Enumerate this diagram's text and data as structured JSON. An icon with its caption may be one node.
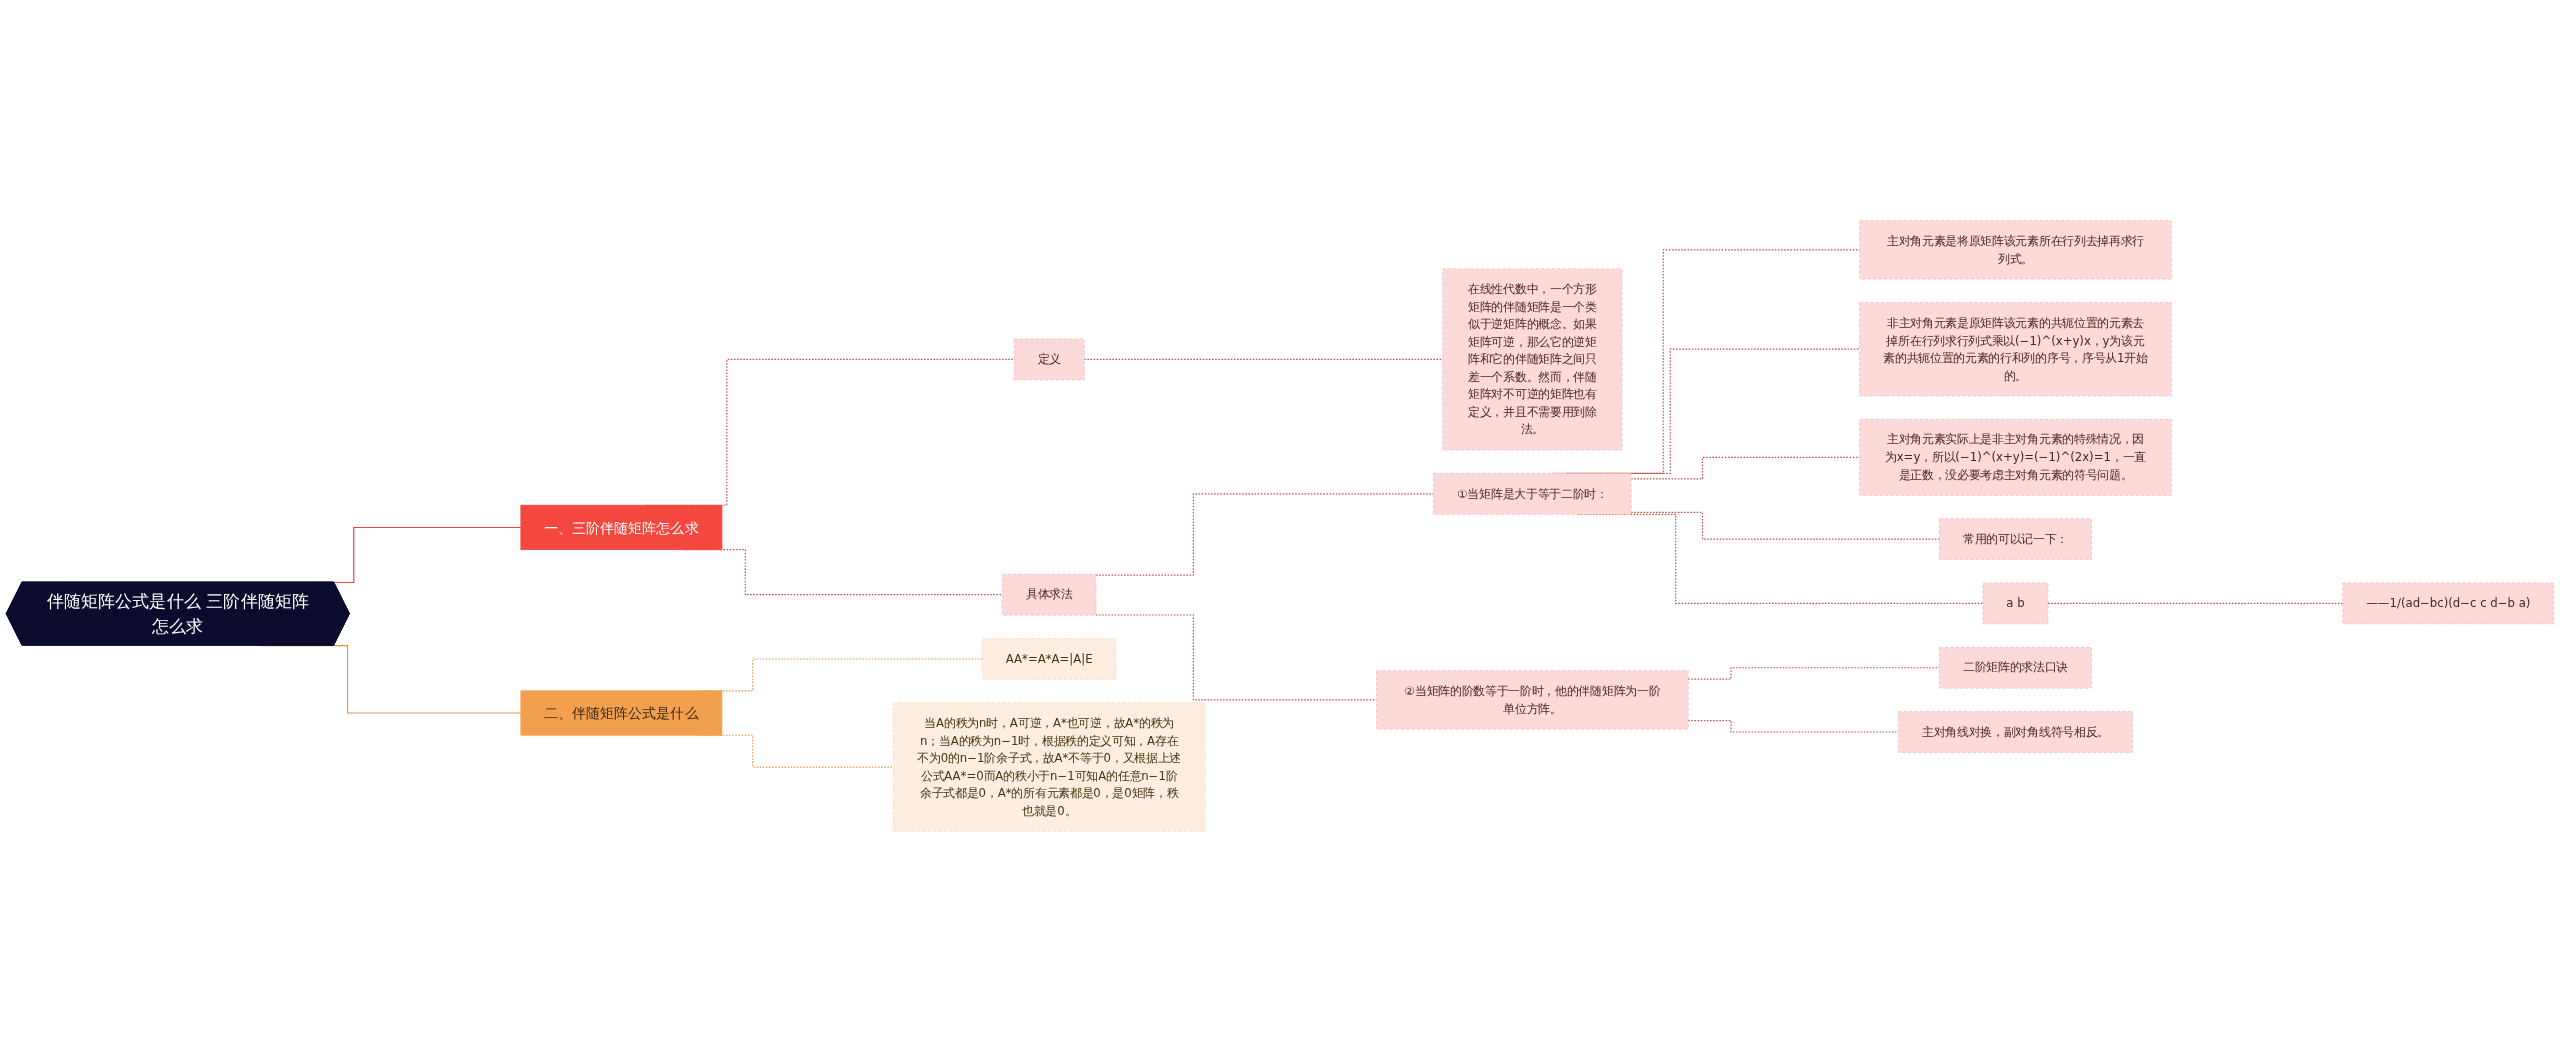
{
  "diagram": {
    "nodes": [
      {
        "text": [
          "伴随矩阵公式是什么 三阶伴随矩阵怎么求"
        ]
      },
      {
        "text": [
          "一、三阶伴随矩阵怎么求"
        ]
      },
      {
        "text": [
          "定义"
        ]
      },
      {
        "text": [
          "在线性代数中，一个方形矩阵的伴随矩阵是一个类似于逆矩阵的概念。如果矩阵可逆，那么它的逆矩阵和它的伴随矩阵之间只差一个系数。然而，伴随矩阵对不可逆的矩阵也有定义，并且不需要用到除法。"
        ]
      },
      {
        "text": [
          "具体求法"
        ]
      },
      {
        "text": [
          "①当矩阵是大于等于二阶时："
        ]
      },
      {
        "text": [
          "主对角元素是将原矩阵该元素所在行列去掉再求行列式。"
        ]
      },
      {
        "text": [
          "非主对角元素是原矩阵该元素的共轭位置的元素去掉所在行列求行列式乘以(−1)^(x+y)x，y为该元素的共轭位置的元素的行和列的序号，序号从1开始的。"
        ]
      },
      {
        "text": [
          "主对角元素实际上是非主对角元素的特殊情况，因为x=y，所以(−1)^(x+y)=(−1)^(2x)=1，一直是正数，没必要考虑主对角元素的符号问题。"
        ]
      },
      {
        "text": [
          "常用的可以记一下："
        ]
      },
      {
        "text": [
          "a b"
        ]
      },
      {
        "text": [
          "——1/(ad−bc)(d−c c d−b a)"
        ]
      },
      {
        "text": [
          "②当矩阵的阶数等于一阶时，他的伴随矩阵为一阶单位方阵。"
        ]
      },
      {
        "text": [
          "二阶矩阵的求法口诀"
        ]
      },
      {
        "text": [
          "主对角线对换，副对角线符号相反。"
        ]
      },
      {
        "text": [
          "二、伴随矩阵公式是什么"
        ]
      },
      {
        "text": [
          "AA*=A*A=|A|E"
        ]
      },
      {
        "text": [
          "当A的秩为n时，A可逆，A*也可逆，故A*的秩为n；当A的秩为n−1时，根据秩的定义可知，A存在不为0的n−1阶余子式，故A*不等于0，又根据上述公式AA*=0而A的秩小于n−1可知A的任意n−1阶余子式都是0，A*的所有元素都是0，是0矩阵，秩也就是0。"
        ]
      }
    ],
    "edges": [
      {
        "from": 0,
        "to": 1,
        "arrow": "none",
        "color": "#e8453c"
      },
      {
        "from": 1,
        "to": 2,
        "arrow": "none",
        "style": "dashed"
      },
      {
        "from": 2,
        "to": 3,
        "arrow": "none",
        "style": "dashed"
      },
      {
        "from": 1,
        "to": 4,
        "arrow": "none",
        "style": "dashed"
      },
      {
        "from": 4,
        "to": 5,
        "arrow": "none",
        "style": "dashed"
      },
      {
        "from": 5,
        "to": 6,
        "arrow": "none",
        "style": "dashed"
      },
      {
        "from": 5,
        "to": 7,
        "arrow": "none",
        "style": "dashed"
      },
      {
        "from": 5,
        "to": 8,
        "arrow": "none",
        "style": "dashed"
      },
      {
        "from": 5,
        "to": 9,
        "arrow": "none",
        "style": "dashed"
      },
      {
        "from": 5,
        "to": 10,
        "arrow": "none",
        "style": "dashed"
      },
      {
        "from": 10,
        "to": 11,
        "arrow": "none",
        "style": "dashed"
      },
      {
        "from": 4,
        "to": 12,
        "arrow": "none",
        "style": "dashed"
      },
      {
        "from": 12,
        "to": 13,
        "arrow": "none",
        "style": "dashed"
      },
      {
        "from": 12,
        "to": 14,
        "arrow": "none",
        "style": "dashed"
      },
      {
        "from": 0,
        "to": 15,
        "arrow": "none",
        "color": "#e0934a"
      },
      {
        "from": 15,
        "to": 16,
        "arrow": "none",
        "style": "dashed",
        "color": "#e0934a"
      },
      {
        "from": 15,
        "to": 17,
        "arrow": "none",
        "style": "dashed",
        "color": "#e0934a"
      }
    ]
  }
}
